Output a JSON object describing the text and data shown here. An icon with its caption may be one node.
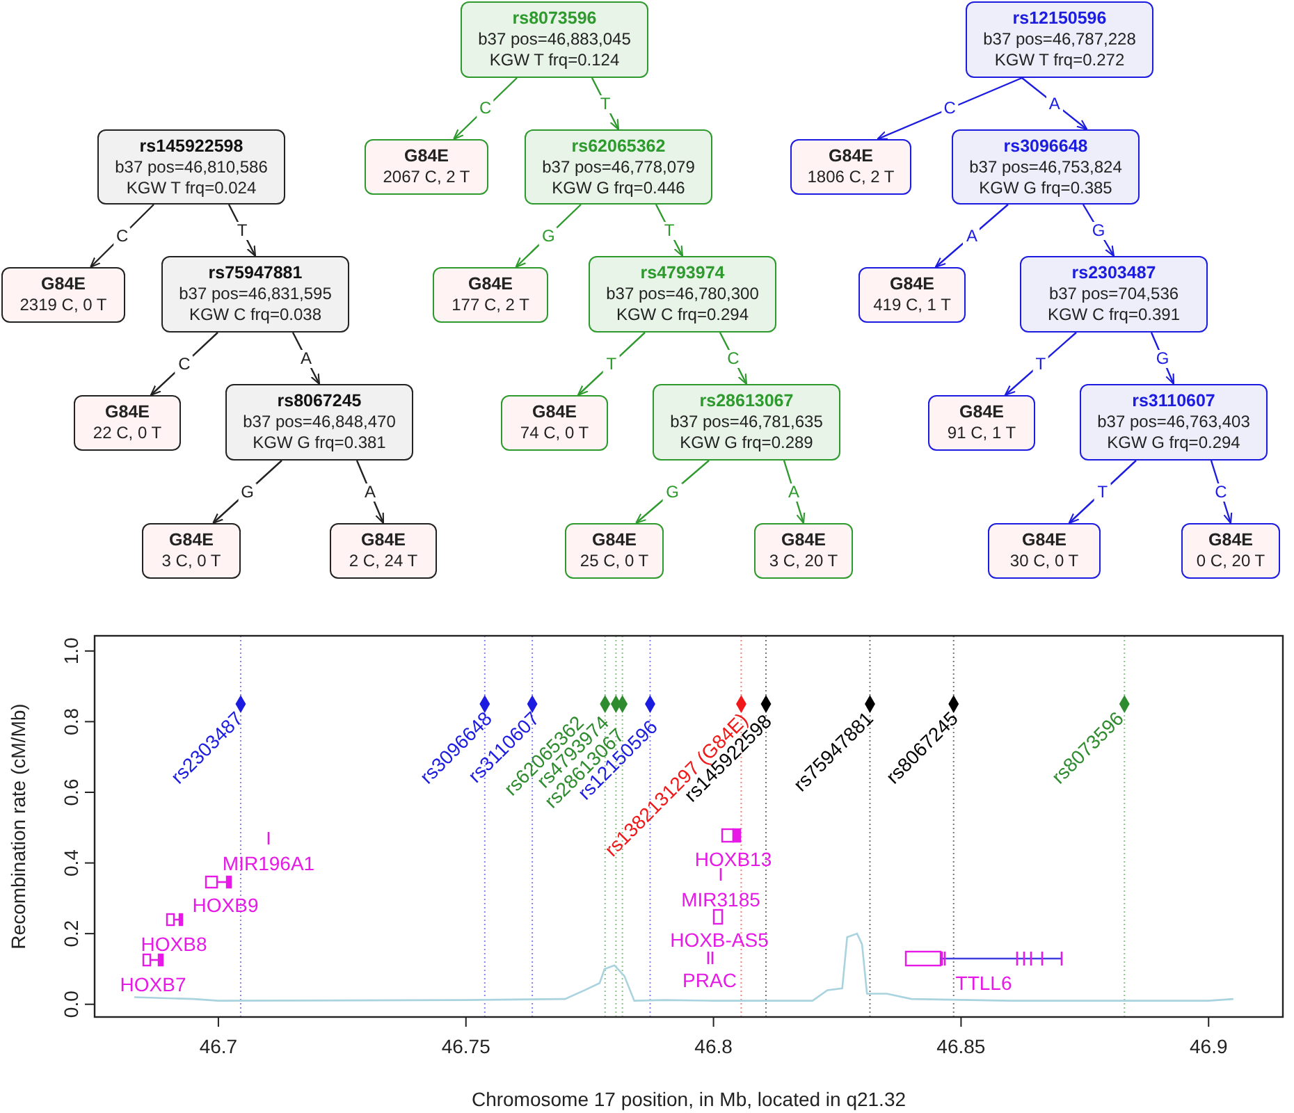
{
  "diagram": {
    "nodes": [
      {
        "text": [
          "rs145922598",
          "b37 pos=46,810,586",
          "KGW T frq=0.024"
        ]
      },
      {
        "text": [
          "G84E",
          "2319 C, 0 T"
        ]
      },
      {
        "text": [
          "rs75947881",
          "b37 pos=46,831,595",
          "KGW C frq=0.038"
        ]
      },
      {
        "text": [
          "G84E",
          "22 C, 0 T"
        ]
      },
      {
        "text": [
          "rs8067245",
          "b37 pos=46,848,470",
          "KGW G frq=0.381"
        ]
      },
      {
        "text": [
          "G84E",
          "3 C, 0 T"
        ]
      },
      {
        "text": [
          "G84E",
          "2 C, 24 T"
        ]
      },
      {
        "text": [
          "rs8073596",
          "b37 pos=46,883,045",
          "KGW T frq=0.124"
        ]
      },
      {
        "text": [
          "G84E",
          "2067 C, 2 T"
        ]
      },
      {
        "text": [
          "rs62065362",
          "b37 pos=46,778,079",
          "KGW G frq=0.446"
        ]
      },
      {
        "text": [
          "G84E",
          "177 C, 2 T"
        ]
      },
      {
        "text": [
          "rs4793974",
          "b37 pos=46,780,300",
          "KGW C frq=0.294"
        ]
      },
      {
        "text": [
          "G84E",
          "74 C, 0 T"
        ]
      },
      {
        "text": [
          "rs28613067",
          "b37 pos=46,781,635",
          "KGW G frq=0.289"
        ]
      },
      {
        "text": [
          "G84E",
          "25 C, 0 T"
        ]
      },
      {
        "text": [
          "G84E",
          "3 C, 20 T"
        ]
      },
      {
        "text": [
          "rs12150596",
          "b37 pos=46,787,228",
          "KGW T frq=0.272"
        ]
      },
      {
        "text": [
          "G84E",
          "1806 C, 2 T"
        ]
      },
      {
        "text": [
          "rs3096648",
          "b37 pos=46,753,824",
          "KGW G frq=0.385"
        ]
      },
      {
        "text": [
          "G84E",
          "419 C, 1 T"
        ]
      },
      {
        "text": [
          "rs2303487",
          "b37 pos=704,536",
          "KGW C frq=0.391"
        ]
      },
      {
        "text": [
          "G84E",
          "91 C, 1 T"
        ]
      },
      {
        "text": [
          "rs3110607",
          "b37 pos=46,763,403",
          "KGW G frq=0.294"
        ]
      },
      {
        "text": [
          "G84E",
          "30 C, 0 T"
        ]
      },
      {
        "text": [
          "G84E",
          "0 C, 20 T"
        ]
      }
    ],
    "edges": [
      {
        "from": 0,
        "to": 1,
        "label": "C",
        "arrow": "to",
        "color": "#222222"
      },
      {
        "from": 0,
        "to": 2,
        "label": "T",
        "arrow": "to",
        "color": "#222222"
      },
      {
        "from": 2,
        "to": 3,
        "label": "C",
        "arrow": "to",
        "color": "#222222"
      },
      {
        "from": 2,
        "to": 4,
        "label": "A",
        "arrow": "to",
        "color": "#222222"
      },
      {
        "from": 4,
        "to": 5,
        "label": "G",
        "arrow": "to",
        "color": "#222222"
      },
      {
        "from": 4,
        "to": 6,
        "label": "A",
        "arrow": "to",
        "color": "#222222"
      },
      {
        "from": 7,
        "to": 8,
        "label": "C",
        "arrow": "to",
        "color": "#2e9a2e"
      },
      {
        "from": 7,
        "to": 9,
        "label": "T",
        "arrow": "to",
        "color": "#2e9a2e"
      },
      {
        "from": 9,
        "to": 10,
        "label": "G",
        "arrow": "to",
        "color": "#2e9a2e"
      },
      {
        "from": 9,
        "to": 11,
        "label": "T",
        "arrow": "to",
        "color": "#2e9a2e"
      },
      {
        "from": 11,
        "to": 12,
        "label": "T",
        "arrow": "to",
        "color": "#2e9a2e"
      },
      {
        "from": 11,
        "to": 13,
        "label": "C",
        "arrow": "to",
        "color": "#2e9a2e"
      },
      {
        "from": 13,
        "to": 14,
        "label": "G",
        "arrow": "to",
        "color": "#2e9a2e"
      },
      {
        "from": 13,
        "to": 15,
        "label": "A",
        "arrow": "to",
        "color": "#2e9a2e"
      },
      {
        "from": 16,
        "to": 17,
        "label": "C",
        "arrow": "to",
        "color": "#1c1ce0"
      },
      {
        "from": 16,
        "to": 18,
        "label": "A",
        "arrow": "to",
        "color": "#1c1ce0"
      },
      {
        "from": 18,
        "to": 19,
        "label": "A",
        "arrow": "to",
        "color": "#1c1ce0"
      },
      {
        "from": 18,
        "to": 20,
        "label": "G",
        "arrow": "to",
        "color": "#1c1ce0"
      },
      {
        "from": 20,
        "to": 21,
        "label": "T",
        "arrow": "to",
        "color": "#1c1ce0"
      },
      {
        "from": 20,
        "to": 22,
        "label": "G",
        "arrow": "to",
        "color": "#1c1ce0"
      },
      {
        "from": 22,
        "to": 23,
        "label": "T",
        "arrow": "to",
        "color": "#1c1ce0"
      },
      {
        "from": 22,
        "to": 24,
        "label": "C",
        "arrow": "to",
        "color": "#1c1ce0"
      }
    ],
    "labels": [
      "MIR196A1",
      "HOXB9",
      "HOXB8",
      "HOXB7",
      "HOXB13",
      "MIR3185",
      "HOXB-AS5",
      "PRAC",
      "TTLL6"
    ],
    "chart_data": {
      "type": "line",
      "xlabel": "Chromosome 17 position, in Mb, located in q21.32",
      "ylabel": "Recombination rate (cM/Mb)",
      "x": [
        46.683,
        46.695,
        46.7,
        46.75,
        46.77,
        46.774,
        46.777,
        46.778,
        46.78,
        46.782,
        46.784,
        46.79,
        46.8,
        46.82,
        46.823,
        46.826,
        46.827,
        46.829,
        46.83,
        46.831,
        46.835,
        46.84,
        46.86,
        46.9,
        46.905
      ],
      "series": [
        {
          "color": "#a9d3de",
          "values": [
            0.02,
            0.015,
            0.01,
            0.012,
            0.015,
            0.04,
            0.06,
            0.1,
            0.11,
            0.08,
            0.01,
            0.012,
            0.01,
            0.01,
            0.04,
            0.045,
            0.19,
            0.2,
            0.17,
            0.03,
            0.03,
            0.015,
            0.01,
            0.01,
            0.015
          ]
        }
      ],
      "annotations": [
        {
          "text": "rs2303487",
          "x": 46.7045,
          "y": 0.85
        },
        {
          "text": "rs3096648",
          "x": 46.7538,
          "y": 0.85
        },
        {
          "text": "rs3110607",
          "x": 46.7634,
          "y": 0.85
        },
        {
          "text": "rs62065362",
          "x": 46.7781,
          "y": 0.85
        },
        {
          "text": "rs4793974",
          "x": 46.7803,
          "y": 0.85
        },
        {
          "text": "rs28613067",
          "x": 46.7816,
          "y": 0.85
        },
        {
          "text": "rs12150596",
          "x": 46.7872,
          "y": 0.85
        },
        {
          "text": "rs1382131297 (G84E)",
          "x": 46.8056,
          "y": 0.85
        },
        {
          "text": "rs145922598",
          "x": 46.8106,
          "y": 0.85
        },
        {
          "text": "rs75947881",
          "x": 46.8316,
          "y": 0.85
        },
        {
          "text": "rs8067245",
          "x": 46.8485,
          "y": 0.85
        },
        {
          "text": "rs8073596",
          "x": 46.883,
          "y": 0.85
        }
      ],
      "ref_lines": [
        {
          "axis": "x",
          "value": 46.7045,
          "color": "#1c1ce0"
        },
        {
          "axis": "x",
          "value": 46.7538,
          "color": "#1c1ce0"
        },
        {
          "axis": "x",
          "value": 46.7634,
          "color": "#1c1ce0"
        },
        {
          "axis": "x",
          "value": 46.7781,
          "color": "#2e8b2e"
        },
        {
          "axis": "x",
          "value": 46.7803,
          "color": "#2e8b2e"
        },
        {
          "axis": "x",
          "value": 46.7816,
          "color": "#2e8b2e"
        },
        {
          "axis": "x",
          "value": 46.7872,
          "color": "#1c1ce0"
        },
        {
          "axis": "x",
          "value": 46.8056,
          "color": "#f01818"
        },
        {
          "axis": "x",
          "value": 46.8106,
          "color": "#000000"
        },
        {
          "axis": "x",
          "value": 46.8316,
          "color": "#000000"
        },
        {
          "axis": "x",
          "value": 46.8485,
          "color": "#000000"
        },
        {
          "axis": "x",
          "value": 46.883,
          "color": "#2e8b2e"
        }
      ],
      "xlim": [
        46.675,
        46.915
      ],
      "ylim": [
        -0.036,
        1.043
      ],
      "xticks": [
        46.7,
        46.75,
        46.8,
        46.85,
        46.9
      ],
      "yticks": [
        {
          "value": 0,
          "label": "0.0"
        },
        {
          "value": 0.2,
          "label": "0.2"
        },
        {
          "value": 0.4,
          "label": "0.4"
        },
        {
          "value": 0.6,
          "label": "0.6"
        },
        {
          "value": 0.8,
          "label": "0.8"
        },
        {
          "value": 1,
          "label": "1.0"
        }
      ]
    }
  }
}
